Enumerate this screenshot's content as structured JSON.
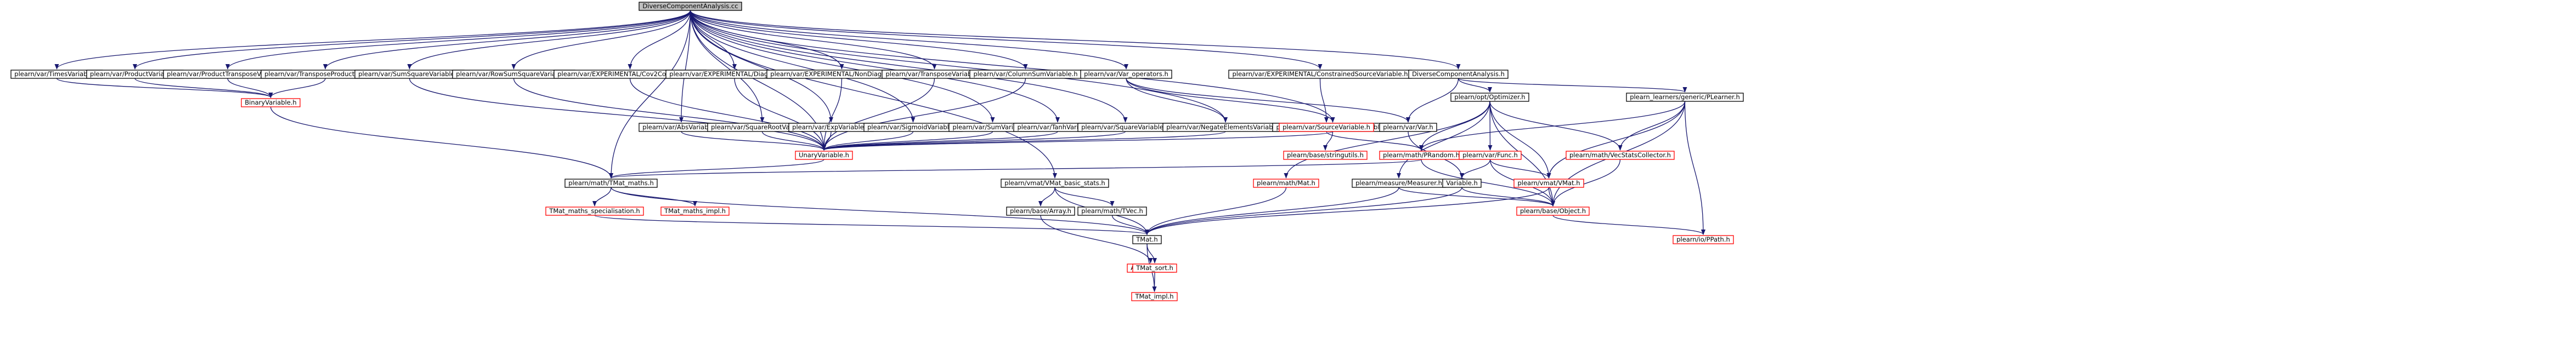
{
  "colors": {
    "edge": "#191970",
    "node_border_black": "#000000",
    "node_border_red": "#ff0000",
    "root_fill": "#bfbfbf",
    "node_fill": "#ffffff"
  },
  "nodes": [
    {
      "id": "root",
      "label": "DiverseComponentAnalysis.cc",
      "border": "black",
      "root": true
    },
    {
      "id": "times",
      "label": "plearn/var/TimesVariable.h",
      "border": "black"
    },
    {
      "id": "product",
      "label": "plearn/var/ProductVariable.h",
      "border": "black"
    },
    {
      "id": "prodtrans",
      "label": "plearn/var/ProductTransposeVariable.h",
      "border": "black"
    },
    {
      "id": "transprod",
      "label": "plearn/var/TransposeProductVariable.h",
      "border": "black"
    },
    {
      "id": "sumsq",
      "label": "plearn/var/SumSquareVariable.h",
      "border": "black"
    },
    {
      "id": "rowsumsq",
      "label": "plearn/var/RowSumSquareVariable.h",
      "border": "black"
    },
    {
      "id": "cov2corr",
      "label": "plearn/var/EXPERIMENTAL/Cov2CorrVariable.h",
      "border": "black"
    },
    {
      "id": "diag",
      "label": "plearn/var/EXPERIMENTAL/DiagVariable.h",
      "border": "black"
    },
    {
      "id": "nondiag",
      "label": "plearn/var/EXPERIMENTAL/NonDiagVariable.h",
      "border": "black"
    },
    {
      "id": "transpose",
      "label": "plearn/var/TransposeVariable.h",
      "border": "black"
    },
    {
      "id": "colsum",
      "label": "plearn/var/ColumnSumVariable.h",
      "border": "black"
    },
    {
      "id": "varops",
      "label": "plearn/var/Var_operators.h",
      "border": "black"
    },
    {
      "id": "constrained",
      "label": "plearn/var/EXPERIMENTAL/ConstrainedSourceVariable.h",
      "border": "black"
    },
    {
      "id": "dca_h",
      "label": "DiverseComponentAnalysis.h",
      "border": "black"
    },
    {
      "id": "binary",
      "label": "BinaryVariable.h",
      "border": "red"
    },
    {
      "id": "abs",
      "label": "plearn/var/AbsVariable.h",
      "border": "black"
    },
    {
      "id": "sqrt",
      "label": "plearn/var/SquareRootVariable.h",
      "border": "black"
    },
    {
      "id": "exp",
      "label": "plearn/var/ExpVariable.h",
      "border": "black"
    },
    {
      "id": "sigmoid",
      "label": "plearn/var/SigmoidVariable.h",
      "border": "black"
    },
    {
      "id": "sum",
      "label": "plearn/var/SumVariable.h",
      "border": "black"
    },
    {
      "id": "tanh",
      "label": "plearn/var/TanhVariable.h",
      "border": "black"
    },
    {
      "id": "square",
      "label": "plearn/var/SquareVariable.h",
      "border": "black"
    },
    {
      "id": "negelem",
      "label": "plearn/var/NegateElementsVariable.h",
      "border": "black"
    },
    {
      "id": "timesconst",
      "label": "plearn/var/TimesConstantVariable.h",
      "border": "black"
    },
    {
      "id": "sourcevar",
      "label": "plearn/var/SourceVariable.h",
      "border": "red"
    },
    {
      "id": "var",
      "label": "plearn/var/Var.h",
      "border": "black"
    },
    {
      "id": "optimizer",
      "label": "plearn/opt/Optimizer.h",
      "border": "black"
    },
    {
      "id": "plearner",
      "label": "plearn_learners/generic/PLearner.h",
      "border": "black"
    },
    {
      "id": "unary",
      "label": "UnaryVariable.h",
      "border": "red"
    },
    {
      "id": "stringutils",
      "label": "plearn/base/stringutils.h",
      "border": "red"
    },
    {
      "id": "prandom",
      "label": "plearn/math/PRandom.h",
      "border": "red"
    },
    {
      "id": "func",
      "label": "plearn/var/Func.h",
      "border": "red"
    },
    {
      "id": "statscollector",
      "label": "plearn/math/VecStatsCollector.h",
      "border": "red"
    },
    {
      "id": "tmatmaths",
      "label": "plearn/math/TMat_maths.h",
      "border": "black"
    },
    {
      "id": "vmatbasic",
      "label": "plearn/vmat/VMat_basic_stats.h",
      "border": "black"
    },
    {
      "id": "mat",
      "label": "plearn/math/Mat.h",
      "border": "red"
    },
    {
      "id": "measurer",
      "label": "plearn/measure/Measurer.h",
      "border": "black"
    },
    {
      "id": "variable",
      "label": "Variable.h",
      "border": "black"
    },
    {
      "id": "vmat",
      "label": "plearn/vmat/VMat.h",
      "border": "red"
    },
    {
      "id": "object",
      "label": "plearn/base/Object.h",
      "border": "red"
    },
    {
      "id": "tmathsspec",
      "label": "TMat_maths_specialisation.h",
      "border": "red"
    },
    {
      "id": "tmathsimpl",
      "label": "TMat_maths_impl.h",
      "border": "red"
    },
    {
      "id": "array",
      "label": "plearn/base/Array.h",
      "border": "black"
    },
    {
      "id": "tvec",
      "label": "plearn/math/TVec.h",
      "border": "black"
    },
    {
      "id": "ppath",
      "label": "plearn/io/PPath.h",
      "border": "red"
    },
    {
      "id": "tmat",
      "label": "TMat.h",
      "border": "black"
    },
    {
      "id": "arrayimpl",
      "label": "Array_impl.h",
      "border": "red"
    },
    {
      "id": "tmatsort",
      "label": "TMat_sort.h",
      "border": "red"
    },
    {
      "id": "tmatimpl",
      "label": "TMat_impl.h",
      "border": "red"
    }
  ],
  "edges": [
    [
      "root",
      "times"
    ],
    [
      "root",
      "product"
    ],
    [
      "root",
      "prodtrans"
    ],
    [
      "root",
      "transprod"
    ],
    [
      "root",
      "sumsq"
    ],
    [
      "root",
      "rowsumsq"
    ],
    [
      "root",
      "cov2corr"
    ],
    [
      "root",
      "diag"
    ],
    [
      "root",
      "nondiag"
    ],
    [
      "root",
      "transpose"
    ],
    [
      "root",
      "colsum"
    ],
    [
      "root",
      "varops"
    ],
    [
      "root",
      "constrained"
    ],
    [
      "root",
      "dca_h"
    ],
    [
      "root",
      "abs"
    ],
    [
      "root",
      "sqrt"
    ],
    [
      "root",
      "exp"
    ],
    [
      "root",
      "sigmoid"
    ],
    [
      "root",
      "sum"
    ],
    [
      "root",
      "tanh"
    ],
    [
      "root",
      "square"
    ],
    [
      "root",
      "negelem"
    ],
    [
      "root",
      "timesconst"
    ],
    [
      "root",
      "vmatbasic"
    ],
    [
      "root",
      "tmatmaths"
    ],
    [
      "root",
      "unary"
    ],
    [
      "times",
      "binary"
    ],
    [
      "product",
      "binary"
    ],
    [
      "prodtrans",
      "binary"
    ],
    [
      "transprod",
      "binary"
    ],
    [
      "sumsq",
      "unary"
    ],
    [
      "rowsumsq",
      "unary"
    ],
    [
      "cov2corr",
      "unary"
    ],
    [
      "diag",
      "unary"
    ],
    [
      "nondiag",
      "unary"
    ],
    [
      "transpose",
      "unary"
    ],
    [
      "colsum",
      "unary"
    ],
    [
      "abs",
      "unary"
    ],
    [
      "sqrt",
      "unary"
    ],
    [
      "exp",
      "unary"
    ],
    [
      "sigmoid",
      "unary"
    ],
    [
      "sum",
      "unary"
    ],
    [
      "tanh",
      "unary"
    ],
    [
      "square",
      "unary"
    ],
    [
      "negelem",
      "unary"
    ],
    [
      "varops",
      "negelem"
    ],
    [
      "varops",
      "timesconst"
    ],
    [
      "varops",
      "var"
    ],
    [
      "timesconst",
      "unary"
    ],
    [
      "timesconst",
      "stringutils"
    ],
    [
      "constrained",
      "sourcevar"
    ],
    [
      "dca_h",
      "var"
    ],
    [
      "dca_h",
      "optimizer"
    ],
    [
      "dca_h",
      "plearner"
    ],
    [
      "binary",
      "tmatmaths"
    ],
    [
      "unary",
      "tmatmaths"
    ],
    [
      "sourcevar",
      "prandom"
    ],
    [
      "var",
      "variable"
    ],
    [
      "optimizer",
      "prandom"
    ],
    [
      "optimizer",
      "func"
    ],
    [
      "optimizer",
      "statscollector"
    ],
    [
      "optimizer",
      "measurer"
    ],
    [
      "optimizer",
      "mat"
    ],
    [
      "optimizer",
      "vmat"
    ],
    [
      "optimizer",
      "object"
    ],
    [
      "plearner",
      "prandom"
    ],
    [
      "plearner",
      "statscollector"
    ],
    [
      "plearner",
      "vmat"
    ],
    [
      "plearner",
      "object"
    ],
    [
      "plearner",
      "ppath"
    ],
    [
      "prandom",
      "tmatmaths"
    ],
    [
      "prandom",
      "object"
    ],
    [
      "func",
      "variable"
    ],
    [
      "func",
      "vmat"
    ],
    [
      "func",
      "object"
    ],
    [
      "statscollector",
      "object"
    ],
    [
      "tmatmaths",
      "tmathsspec"
    ],
    [
      "tmatmaths",
      "tmathsimpl"
    ],
    [
      "tmatmaths",
      "tmat"
    ],
    [
      "vmatbasic",
      "array"
    ],
    [
      "vmatbasic",
      "tvec"
    ],
    [
      "vmatbasic",
      "tmat"
    ],
    [
      "mat",
      "tmat"
    ],
    [
      "measurer",
      "tmat"
    ],
    [
      "measurer",
      "object"
    ],
    [
      "variable",
      "tmat"
    ],
    [
      "variable",
      "object"
    ],
    [
      "vmat",
      "tmat"
    ],
    [
      "vmat",
      "object"
    ],
    [
      "object",
      "ppath"
    ],
    [
      "tmathsspec",
      "tmat"
    ],
    [
      "array",
      "arrayimpl"
    ],
    [
      "tvec",
      "tmat"
    ],
    [
      "tmat",
      "tmatsort"
    ],
    [
      "tmat",
      "tmatimpl"
    ],
    [
      "tmatsort",
      "tmatimpl"
    ]
  ]
}
